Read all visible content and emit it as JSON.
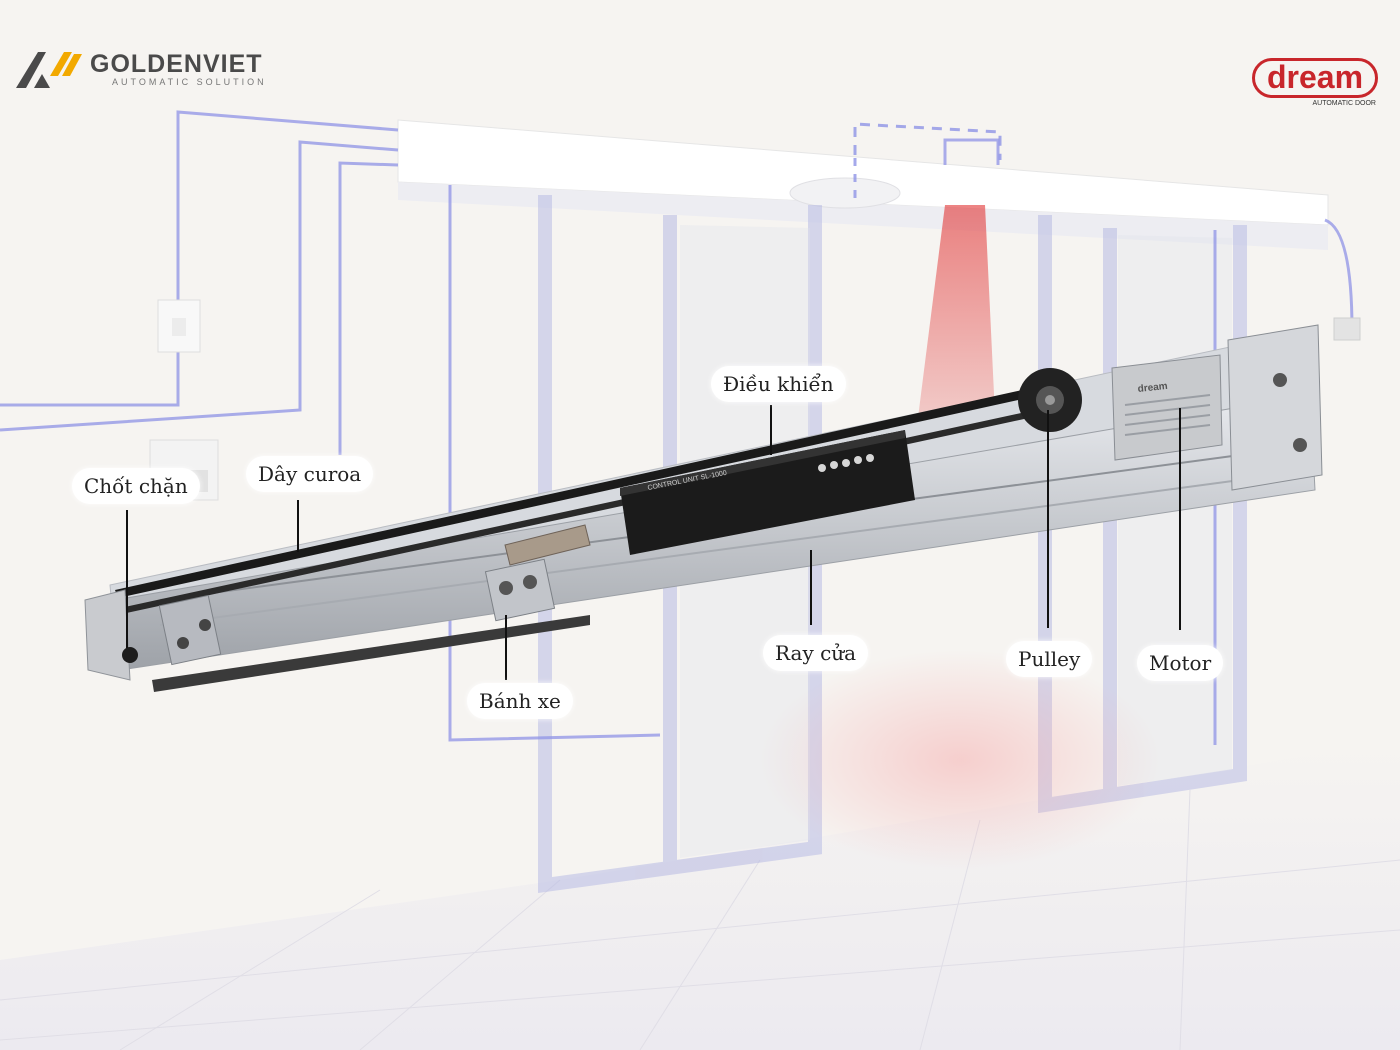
{
  "brand_left": {
    "name": "GOLDENVIET",
    "tagline": "AUTOMATIC SOLUTION",
    "icon": "goldenviet-logo-icon",
    "colors": {
      "primary": "#4a4a4a",
      "accent": "#f2a900"
    }
  },
  "brand_right": {
    "name": "dream",
    "tagline": "AUTOMATIC DOOR",
    "color": "#c8262b"
  },
  "device_texts": {
    "control_unit": "CONTROL UNIT SL-1000",
    "motor_brand": "dream"
  },
  "parts": [
    {
      "id": "chot-chan",
      "label": "Chốt chặn"
    },
    {
      "id": "day-curoa",
      "label": "Dây curoa"
    },
    {
      "id": "dieu-khien",
      "label": "Điều khiển"
    },
    {
      "id": "banh-xe",
      "label": "Bánh xe"
    },
    {
      "id": "ray-cua",
      "label": "Ray cửa"
    },
    {
      "id": "pulley",
      "label": "Pulley"
    },
    {
      "id": "motor",
      "label": "Motor"
    }
  ],
  "colors": {
    "wiring": "#8f93e6",
    "door_frame": "#b8bbe3",
    "sensor_beam": "#e23b3b",
    "rail": "#c9ccd1",
    "control_unit": "#1b1b1b"
  }
}
